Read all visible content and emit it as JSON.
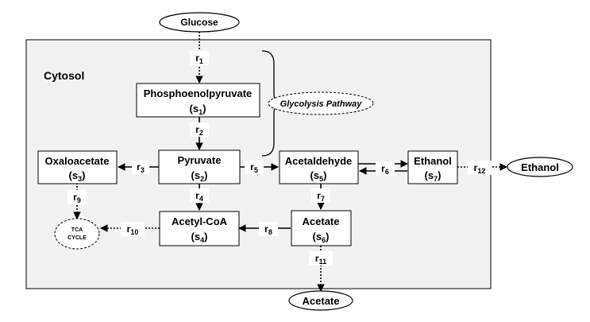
{
  "compartment": {
    "label": "Cytosol"
  },
  "pathway_label": "Glycolysis Pathway",
  "external": {
    "glucose": "Glucose",
    "ethanol": "Ethanol",
    "acetate": "Acetate"
  },
  "tca": {
    "line1": "TCA",
    "line2": "CYCLE"
  },
  "nodes": {
    "s1": {
      "name": "Phosphoenolpyruvate",
      "sym": "s",
      "idx": "1"
    },
    "s2": {
      "name": "Pyruvate",
      "sym": "s",
      "idx": "2"
    },
    "s3": {
      "name": "Oxaloacetate",
      "sym": "s",
      "idx": "3"
    },
    "s4": {
      "name": "Acetyl-CoA",
      "sym": "s",
      "idx": "4"
    },
    "s5": {
      "name": "Acetaldehyde",
      "sym": "s",
      "idx": "5"
    },
    "s6": {
      "name": "Acetate",
      "sym": "s",
      "idx": "6"
    },
    "s7": {
      "name": "Ethanol",
      "sym": "s",
      "idx": "7"
    }
  },
  "reactions": {
    "r1": {
      "sym": "r",
      "idx": "1"
    },
    "r2": {
      "sym": "r",
      "idx": "2"
    },
    "r3": {
      "sym": "r",
      "idx": "3"
    },
    "r4": {
      "sym": "r",
      "idx": "4"
    },
    "r5": {
      "sym": "r",
      "idx": "5"
    },
    "r6": {
      "sym": "r",
      "idx": "6"
    },
    "r7": {
      "sym": "r",
      "idx": "7"
    },
    "r8": {
      "sym": "r",
      "idx": "8"
    },
    "r9": {
      "sym": "r",
      "idx": "9"
    },
    "r10": {
      "sym": "r",
      "idx": "10"
    },
    "r11": {
      "sym": "r",
      "idx": "11"
    },
    "r12": {
      "sym": "r",
      "idx": "12"
    }
  }
}
